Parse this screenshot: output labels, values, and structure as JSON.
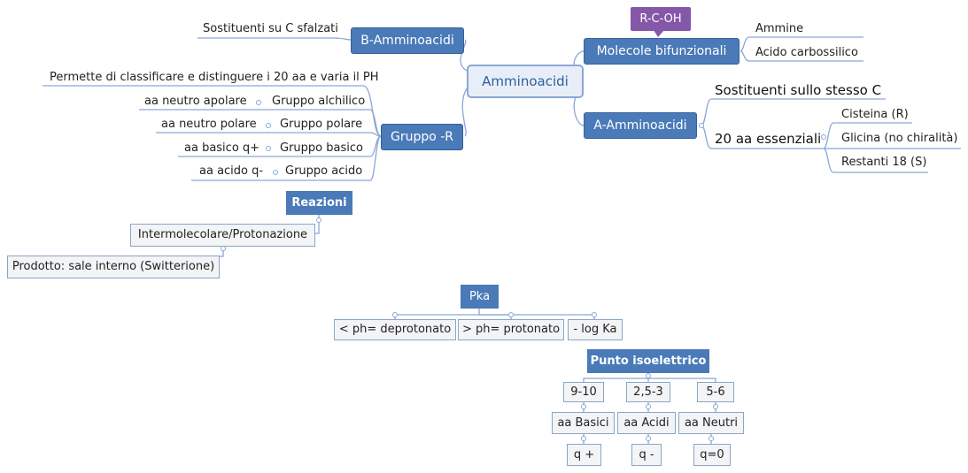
{
  "central": {
    "label": "Amminoacidi"
  },
  "formula_tag": "R-C-OH",
  "molecole": {
    "label": "Molecole bifunzionali",
    "children": [
      "Ammine",
      "Acido carbossilico"
    ]
  },
  "alfa": {
    "label": "A-Amminoacidi",
    "sostituenti": "Sostituenti sullo stesso C",
    "essenziali": {
      "label": "20 aa essenziali",
      "children": [
        "Cisteina (R)",
        "Glicina (no chiralità)",
        "Restanti 18 (S)"
      ]
    }
  },
  "beta": {
    "label": "B-Amminoacidi",
    "children": [
      "Sostituenti su C sfalzati"
    ]
  },
  "gruppo_r": {
    "label": "Gruppo -R",
    "note": "Permette di classificare e distinguere i 20 aa e varia il PH",
    "items": [
      {
        "group": "Gruppo alchilico",
        "desc": "aa neutro apolare"
      },
      {
        "group": "Gruppo polare",
        "desc": "aa neutro polare"
      },
      {
        "group": "Gruppo basico",
        "desc": "aa basico q+"
      },
      {
        "group": "Gruppo acido",
        "desc": "aa acido q-"
      }
    ]
  },
  "reazioni": {
    "label": "Reazioni",
    "child": "Intermolecolare/Protonazione",
    "grandchild": "Prodotto: sale interno (Switterione)"
  },
  "pka": {
    "label": "Pka",
    "children": [
      "< ph= deprotonato",
      "> ph= protonato",
      "- log Ka"
    ]
  },
  "punto": {
    "label": "Punto isoelettrico",
    "columns": [
      {
        "range": "9-10",
        "type": "aa Basici",
        "charge": "q +"
      },
      {
        "range": "2,5-3",
        "type": "aa Acidi",
        "charge": "q -"
      },
      {
        "range": "5-6",
        "type": "aa Neutri",
        "charge": "q=0"
      }
    ]
  },
  "colors": {
    "topic": "#4a7ab8",
    "central_bg": "#e8eef8",
    "purple": "#8457a8",
    "line": "#8aa8d6"
  }
}
